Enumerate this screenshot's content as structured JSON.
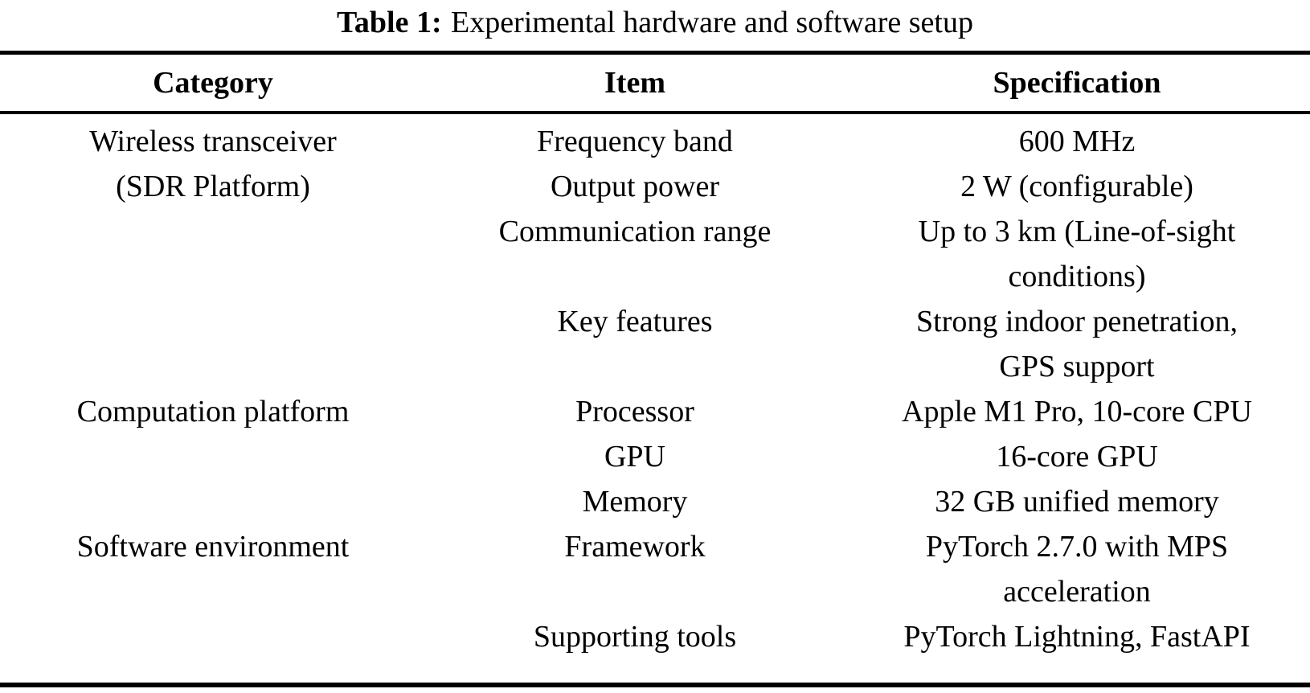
{
  "title": {
    "label": "Table 1:",
    "text": "Experimental hardware and software setup"
  },
  "table": {
    "columns": [
      "Category",
      "Item",
      "Specification"
    ],
    "groups": [
      {
        "category": "Wireless transceiver\n(SDR Platform)",
        "rows": [
          {
            "item": "Frequency band",
            "spec": "600 MHz"
          },
          {
            "item": "Output power",
            "spec": "2 W (configurable)"
          },
          {
            "item": "Communication range",
            "spec": "Up to 3 km (Line-of-sight\nconditions)"
          },
          {
            "item": "Key features",
            "spec": "Strong indoor penetration,\nGPS support"
          }
        ]
      },
      {
        "category": "Computation platform",
        "rows": [
          {
            "item": "Processor",
            "spec": "Apple M1 Pro, 10-core CPU"
          },
          {
            "item": "GPU",
            "spec": "16-core GPU"
          },
          {
            "item": "Memory",
            "spec": "32 GB unified memory"
          }
        ]
      },
      {
        "category": "Software environment",
        "rows": [
          {
            "item": "Framework",
            "spec": "PyTorch 2.7.0 with MPS\nacceleration"
          },
          {
            "item": "Supporting tools",
            "spec": "PyTorch Lightning, FastAPI"
          }
        ]
      }
    ]
  }
}
